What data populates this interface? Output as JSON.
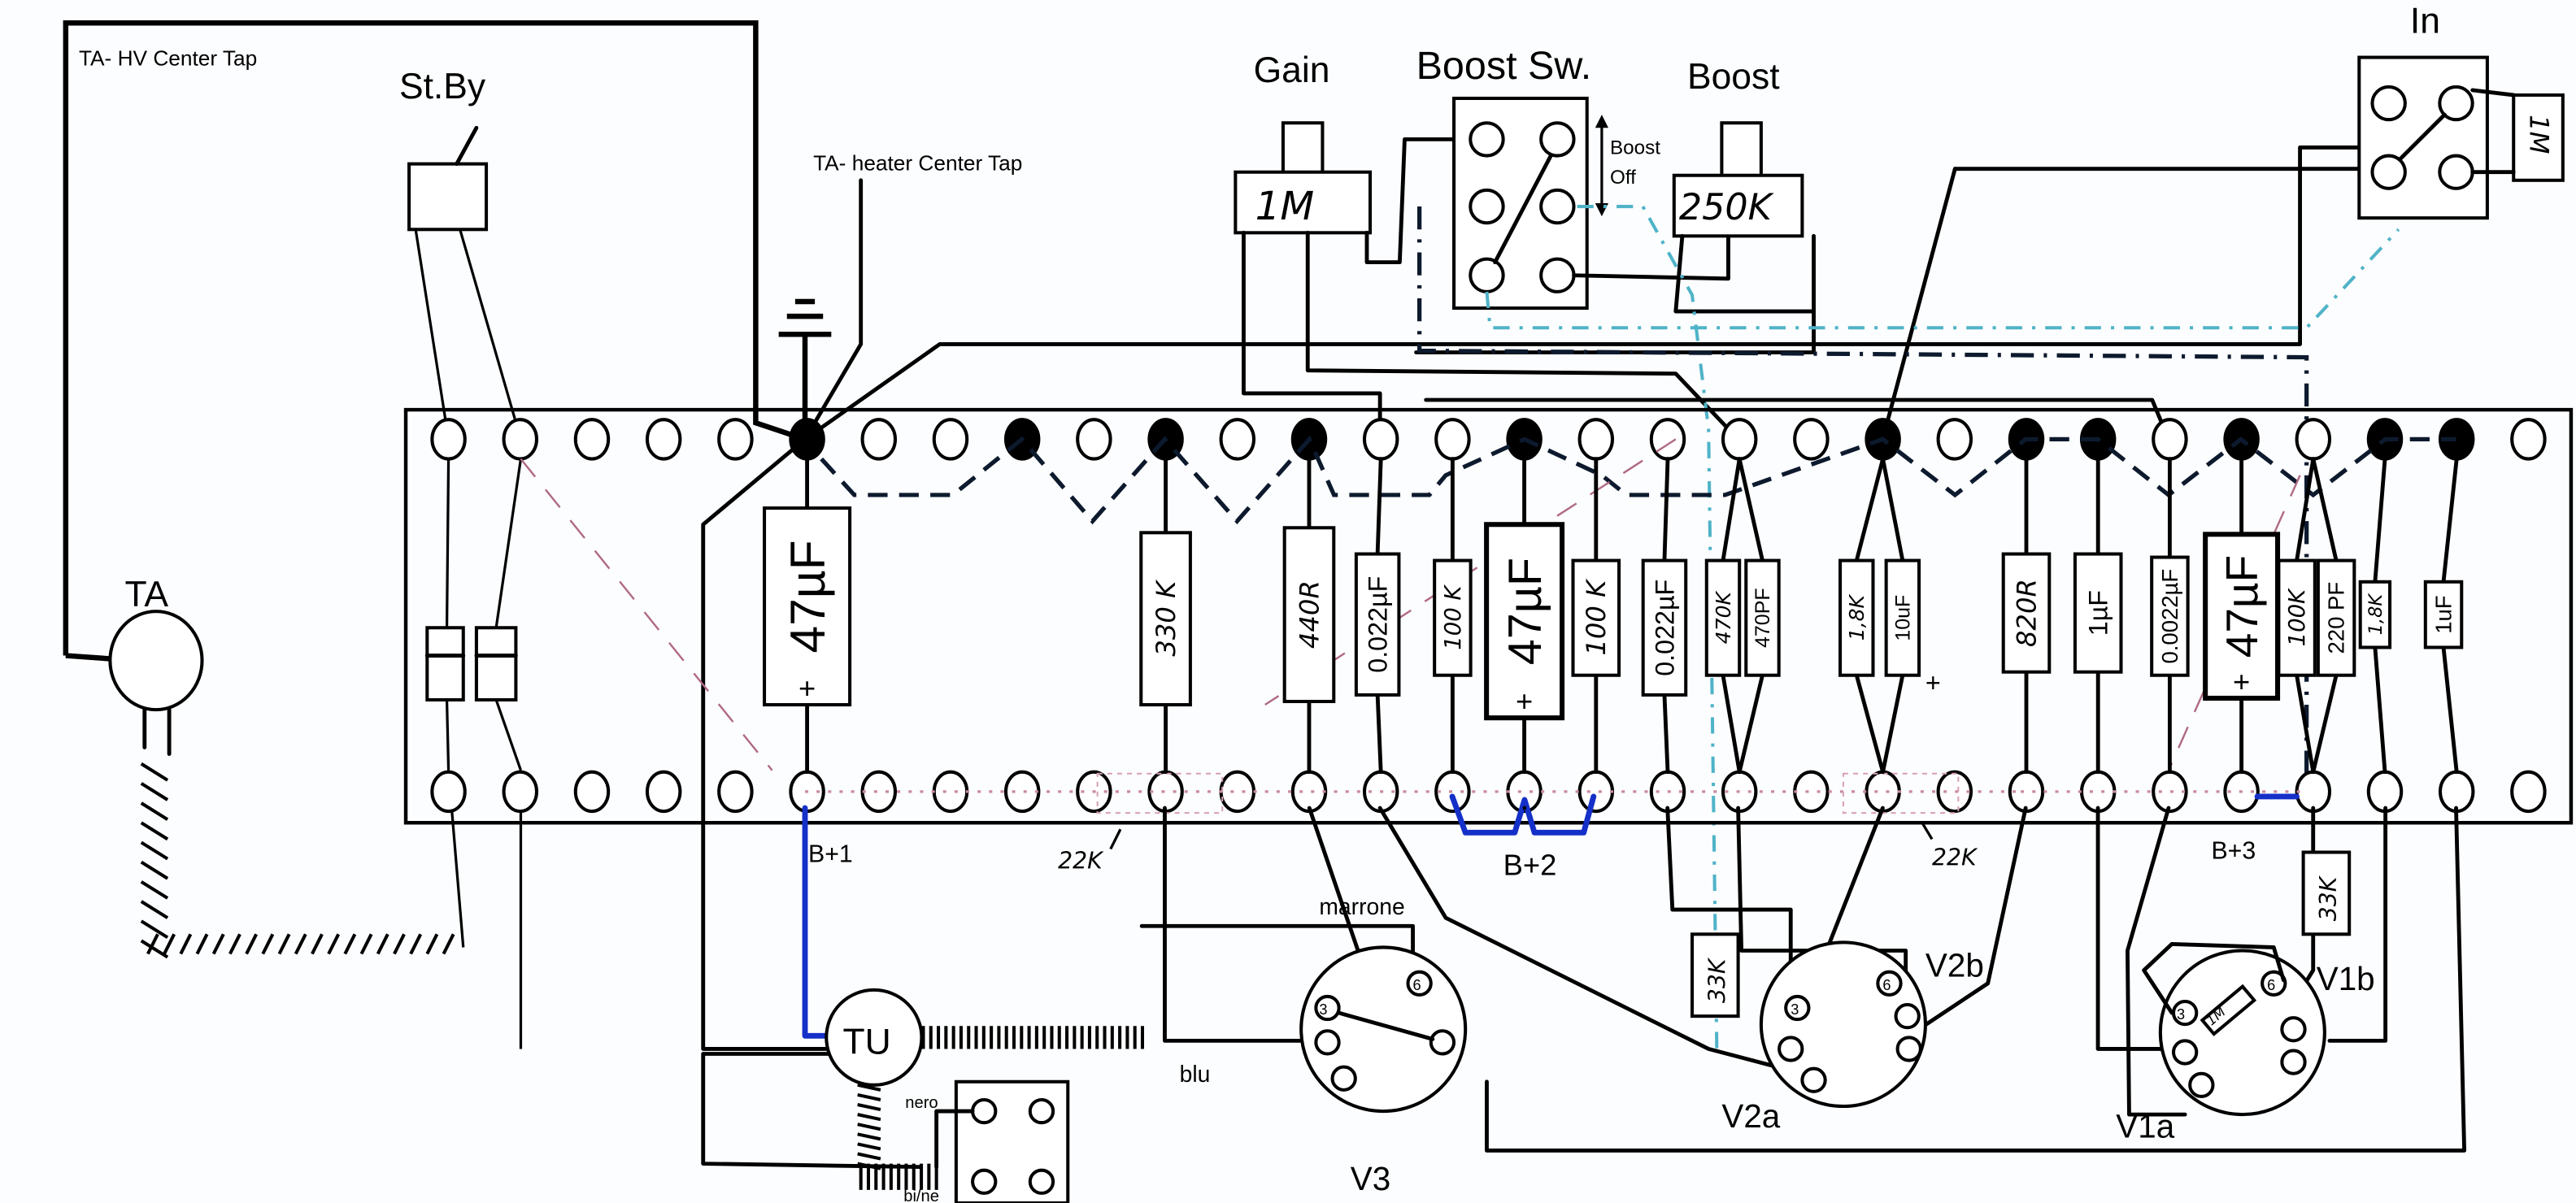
{
  "title": "Tube amp turret board layout",
  "labels": {
    "ta_hv_center_tap": "TA- HV Center Tap",
    "ta_heater_center_tap": "TA- heater Center Tap",
    "standby": "St.By",
    "transformer": "TA",
    "output_transformer": "TU",
    "gain": "Gain",
    "gain_pot_value": "1M",
    "boost_switch": "Boost Sw.",
    "boost_on": "Boost",
    "boost_off": "Off",
    "boost_pot": "Boost",
    "boost_pot_value": "250K",
    "input_jack": "In",
    "input_resistor": "1M",
    "b1": "B+1",
    "b2": "B+2",
    "b3": "B+3",
    "r22k_1": "22K",
    "r22k_2": "22K",
    "marrone": "marrone",
    "blu": "blu",
    "nero": "nero",
    "bi_ne": "bi/ne",
    "v1a": "V1a",
    "v1b": "V1b",
    "v2a": "V2a",
    "v2b": "V2b",
    "v3": "V3",
    "r33k_v2": "33K",
    "r33k_v1": "33K",
    "v1_grid_resistor": "1M",
    "pin3": "3",
    "pin6": "6",
    "plus": "+"
  },
  "components": [
    {
      "id": "c47_1",
      "value": "47µF",
      "kind": "electrolytic"
    },
    {
      "id": "r330k",
      "value": "330 K",
      "kind": "resistor"
    },
    {
      "id": "r440",
      "value": "440R",
      "kind": "resistor"
    },
    {
      "id": "c0022_1",
      "value": "0.022µF",
      "kind": "capacitor"
    },
    {
      "id": "r100k_1",
      "value": "100 K",
      "kind": "resistor"
    },
    {
      "id": "c47_2",
      "value": "47µF",
      "kind": "electrolytic"
    },
    {
      "id": "r100k_2",
      "value": "100 K",
      "kind": "resistor"
    },
    {
      "id": "c0022_2",
      "value": "0.022µF",
      "kind": "capacitor"
    },
    {
      "id": "r470k",
      "value": "470K",
      "kind": "resistor"
    },
    {
      "id": "c470p",
      "value": "470PF",
      "kind": "capacitor"
    },
    {
      "id": "r1k8_1",
      "value": "1,8K",
      "kind": "resistor"
    },
    {
      "id": "c10u",
      "value": "10uF",
      "kind": "electrolytic"
    },
    {
      "id": "r820",
      "value": "820R",
      "kind": "resistor"
    },
    {
      "id": "c1u_1",
      "value": "1µF",
      "kind": "capacitor"
    },
    {
      "id": "c0022n",
      "value": "0.0022µF",
      "kind": "capacitor"
    },
    {
      "id": "c47_3",
      "value": "47µF",
      "kind": "electrolytic"
    },
    {
      "id": "r100k_3",
      "value": "100K",
      "kind": "resistor"
    },
    {
      "id": "c220p",
      "value": "220 PF",
      "kind": "capacitor"
    },
    {
      "id": "r1k8_2",
      "value": "1,8K",
      "kind": "resistor"
    },
    {
      "id": "c1u_2",
      "value": "1uF",
      "kind": "capacitor"
    }
  ],
  "terminal_strip": {
    "count_per_row": 30,
    "top_filled": [
      6,
      9,
      11,
      13,
      16,
      21,
      23,
      24,
      26,
      28,
      29
    ]
  }
}
